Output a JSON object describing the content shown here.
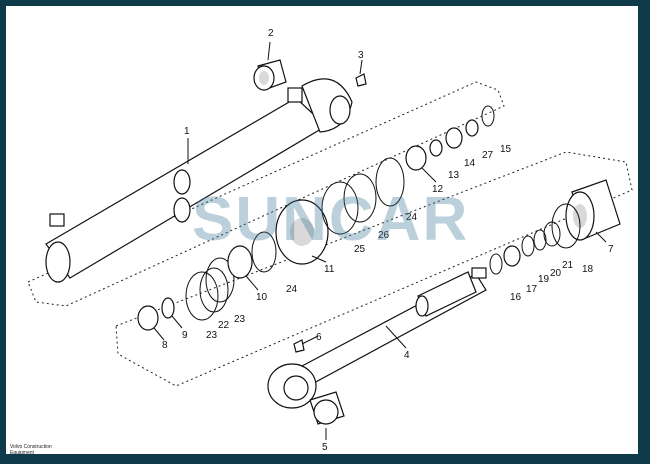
{
  "watermark": "SUNCAR",
  "credit_line1": "Volvo Construction",
  "credit_line2": "Equipment",
  "callouts": [
    "1",
    "2",
    "3",
    "4",
    "5",
    "6",
    "7",
    "8",
    "9",
    "10",
    "11",
    "12",
    "13",
    "14",
    "15",
    "16",
    "17",
    "18",
    "19",
    "20",
    "21",
    "22",
    "23",
    "23",
    "24",
    "24",
    "25",
    "26",
    "27"
  ]
}
